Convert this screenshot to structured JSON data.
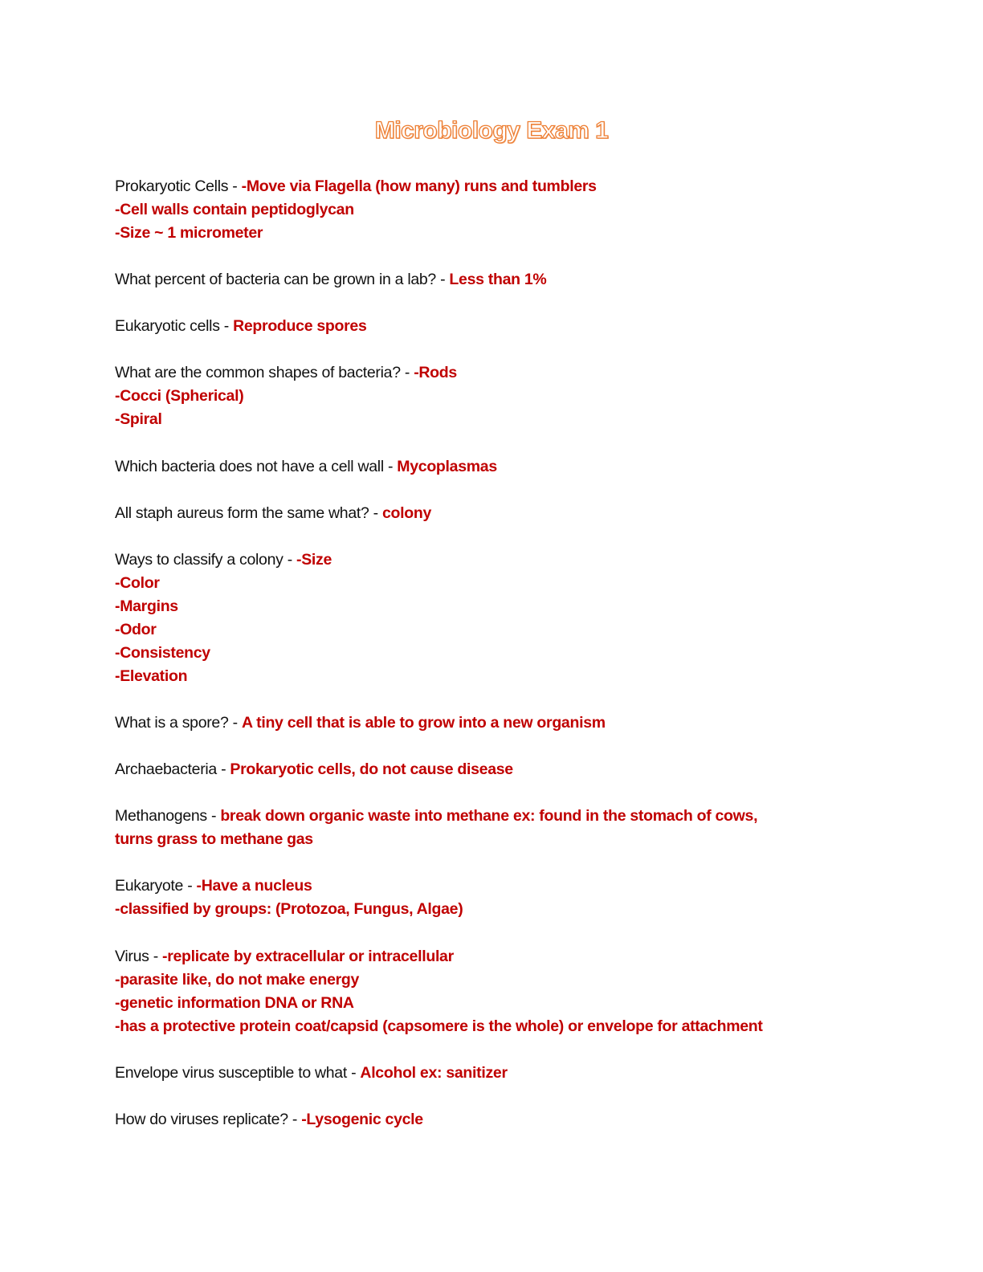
{
  "title": "Microbiology Exam 1",
  "items": [
    {
      "q": "Prokaryotic Cells - ",
      "a": [
        "-Move via Flagella (how many) runs and tumblers",
        "-Cell walls contain peptidoglycan",
        "-Size ~ 1 micrometer"
      ]
    },
    {
      "q": "What percent of bacteria can be grown in a lab? - ",
      "a": [
        "Less than 1%"
      ]
    },
    {
      "q": "Eukaryotic cells - ",
      "a": [
        "Reproduce spores"
      ]
    },
    {
      "q": "What are the common shapes of bacteria? - ",
      "a": [
        "-Rods",
        "-Cocci (Spherical)",
        "-Spiral"
      ]
    },
    {
      "q": "Which bacteria does not have a cell wall - ",
      "a": [
        "Mycoplasmas"
      ]
    },
    {
      "q": "All staph aureus form the same what? - ",
      "a": [
        "colony"
      ]
    },
    {
      "q": "Ways to classify a colony - ",
      "a": [
        "-Size",
        "-Color",
        "-Margins",
        "-Odor",
        "-Consistency",
        "-Elevation"
      ]
    },
    {
      "q": "What is a spore? - ",
      "a": [
        "A tiny cell that is able to grow into a new organism"
      ]
    },
    {
      "q": "Archaebacteria - ",
      "a": [
        "Prokaryotic cells, do not cause disease"
      ]
    },
    {
      "q": "Methanogens - ",
      "a": [
        "break down organic waste into methane ex: found in the stomach of cows,",
        "turns grass to methane gas"
      ]
    },
    {
      "q": "Eukaryote - ",
      "a": [
        "-Have a nucleus",
        "-classified by groups: (Protozoa, Fungus, Algae)"
      ]
    },
    {
      "q": "Virus - ",
      "a": [
        "-replicate by extracellular or intracellular",
        "-parasite like, do not make energy",
        "-genetic information DNA or RNA",
        "-has a protective protein coat/capsid (capsomere is the whole) or envelope for attachment"
      ]
    },
    {
      "q": "Envelope virus susceptible to what - ",
      "a": [
        "Alcohol ex: sanitizer"
      ]
    },
    {
      "q": "How do viruses replicate? - ",
      "a": [
        "-Lysogenic cycle"
      ]
    }
  ]
}
